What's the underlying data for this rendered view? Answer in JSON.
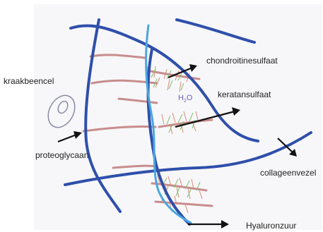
{
  "diagram": {
    "labels": {
      "chondroitinesulfaat": "chondroitinesulfaat",
      "kraakbeencel": "kraakbeencel",
      "keratansulfaat": "keratansulfaat",
      "proteoglycaan": "proteoglycaan",
      "collageenvezel": "collageenvezel",
      "hyaluronzuur": "Hyaluronzuur",
      "water_main": "H",
      "water_sub": "2",
      "water_end": "O"
    },
    "colors": {
      "paper": "#f7f7f9",
      "collagen": "#2f4faa",
      "hyaluronic": "#4aa6e0",
      "proteoglycan_core": "#c98c8c",
      "chondroitin": "#d98a7a",
      "keratan": "#7fbf6a",
      "cell": "#8a8aa8",
      "arrow": "#111111"
    }
  }
}
